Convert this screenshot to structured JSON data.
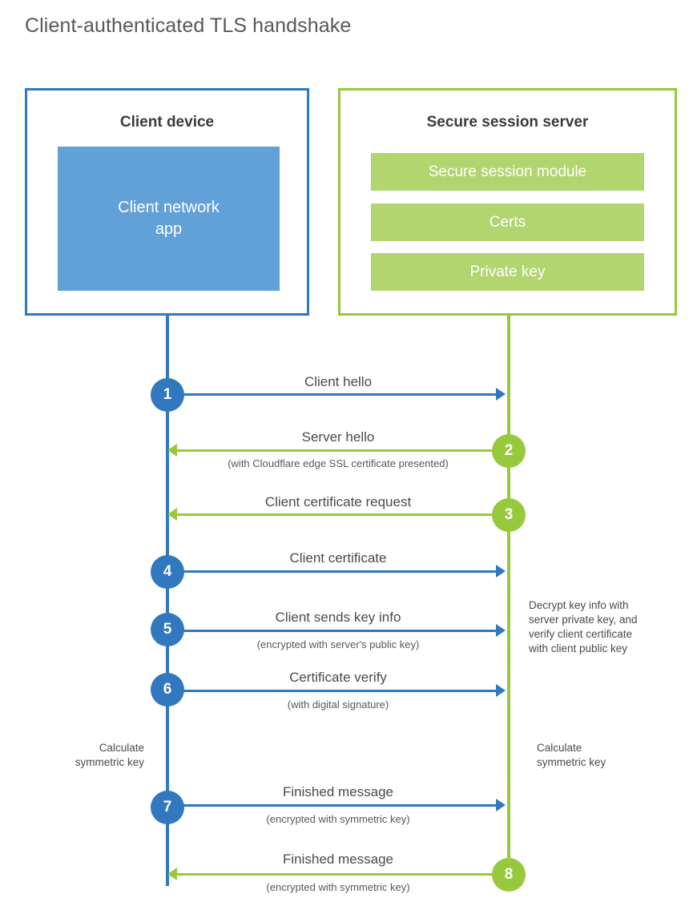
{
  "title": "Client-authenticated TLS handshake",
  "colors": {
    "client_blue": "#3178be",
    "client_app_blue": "#62a0d8",
    "server_green": "#97c93d",
    "server_bar_green": "#b2d570",
    "title_gray": "#55585c",
    "text_gray": "#4a4a4a"
  },
  "parties": {
    "client": {
      "title": "Client device",
      "app_label": "Client network\napp",
      "app_label_line1": "Client network",
      "app_label_line2": "app"
    },
    "server": {
      "title": "Secure session server",
      "bars": [
        {
          "label": "Secure session module"
        },
        {
          "label": "Certs"
        },
        {
          "label": "Private key"
        }
      ]
    }
  },
  "steps": [
    {
      "number": "1",
      "side": "client",
      "direction": "right",
      "label": "Client hello",
      "sublabel": ""
    },
    {
      "number": "2",
      "side": "server",
      "direction": "left",
      "label": "Server hello",
      "sublabel": "(with Cloudflare edge SSL certificate presented)"
    },
    {
      "number": "3",
      "side": "server",
      "direction": "left",
      "label": "Client certificate request",
      "sublabel": ""
    },
    {
      "number": "4",
      "side": "client",
      "direction": "right",
      "label": "Client certificate",
      "sublabel": ""
    },
    {
      "number": "5",
      "side": "client",
      "direction": "right",
      "label": "Client sends key info",
      "sublabel": "(encrypted with server's public key)"
    },
    {
      "number": "6",
      "side": "client",
      "direction": "right",
      "label": "Certificate verify",
      "sublabel": "(with digital signature)"
    },
    {
      "number": "7",
      "side": "client",
      "direction": "right",
      "label": "Finished message",
      "sublabel": "(encrypted with symmetric key)"
    },
    {
      "number": "8",
      "side": "server",
      "direction": "left",
      "label": "Finished message",
      "sublabel": "(encrypted with symmetric key)"
    }
  ],
  "notes": {
    "server_decrypt": {
      "line1": "Decrypt key info with",
      "line2": "server private key, and",
      "line3": "verify client certificate",
      "line4": "with client public key"
    },
    "client_calculate": {
      "line1": "Calculate",
      "line2": "symmetric key"
    },
    "server_calculate": {
      "line1": "Calculate",
      "line2": "symmetric key"
    }
  }
}
